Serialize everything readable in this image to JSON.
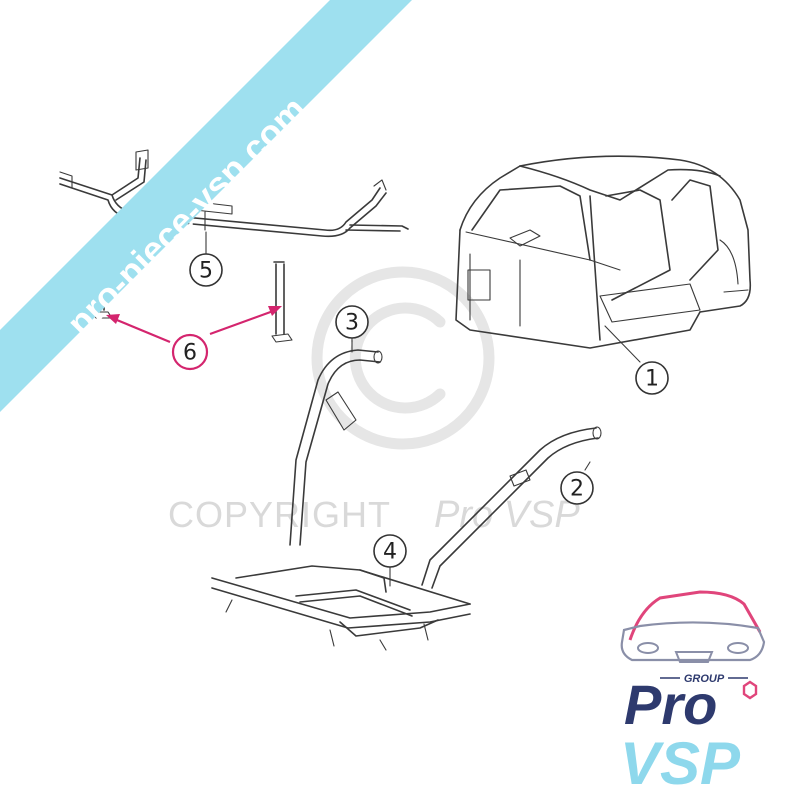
{
  "banner": {
    "text": "pro-piece-vsp.com",
    "color": "#9ee0ef"
  },
  "watermark": {
    "symbol": "©",
    "copyright_text": "COPYRIGHT",
    "brand_text": "Pro VSP"
  },
  "callouts": [
    {
      "id": "1",
      "label": "1"
    },
    {
      "id": "2",
      "label": "2"
    },
    {
      "id": "3",
      "label": "3"
    },
    {
      "id": "4",
      "label": "4"
    },
    {
      "id": "5",
      "label": "5"
    },
    {
      "id": "6",
      "label": "6",
      "highlight_color": "#d4256e"
    }
  ],
  "logo": {
    "group_text": "GROUP",
    "pro_text": "Pro",
    "vsp_text": "VSP",
    "pro_color": "#2e3a6e",
    "vsp_color": "#8ed8ec",
    "accent_color": "#e0457b"
  }
}
